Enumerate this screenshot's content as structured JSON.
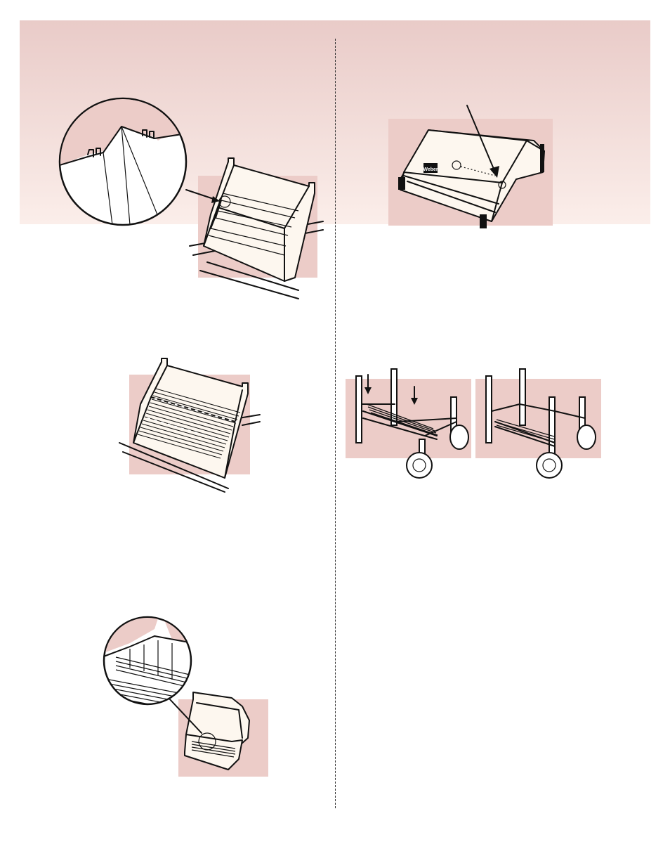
{
  "page": {
    "background": "#ffffff",
    "band_top_color": "#e9cbc8",
    "band_bottom_color": "#fbeeea",
    "panel_color": "#ecccc8"
  },
  "figures": [
    {
      "id": "heat-deflectors",
      "icon": "stepped-flavorizer-bars-with-detail-circle"
    },
    {
      "id": "thermometer",
      "icon": "grill-lid-with-thermometer-and-arrow",
      "logo_text": "Weber"
    },
    {
      "id": "slatted-grate",
      "icon": "flavorizer-grate-in-firebox"
    },
    {
      "id": "bottom-shelf-before",
      "icon": "cart-frame-with-shelf-slats-and-arrows"
    },
    {
      "id": "bottom-shelf-after",
      "icon": "cart-frame-with-shelf-installed"
    },
    {
      "id": "cooking-grates",
      "icon": "open-grill-with-grates-detail-circle"
    }
  ]
}
